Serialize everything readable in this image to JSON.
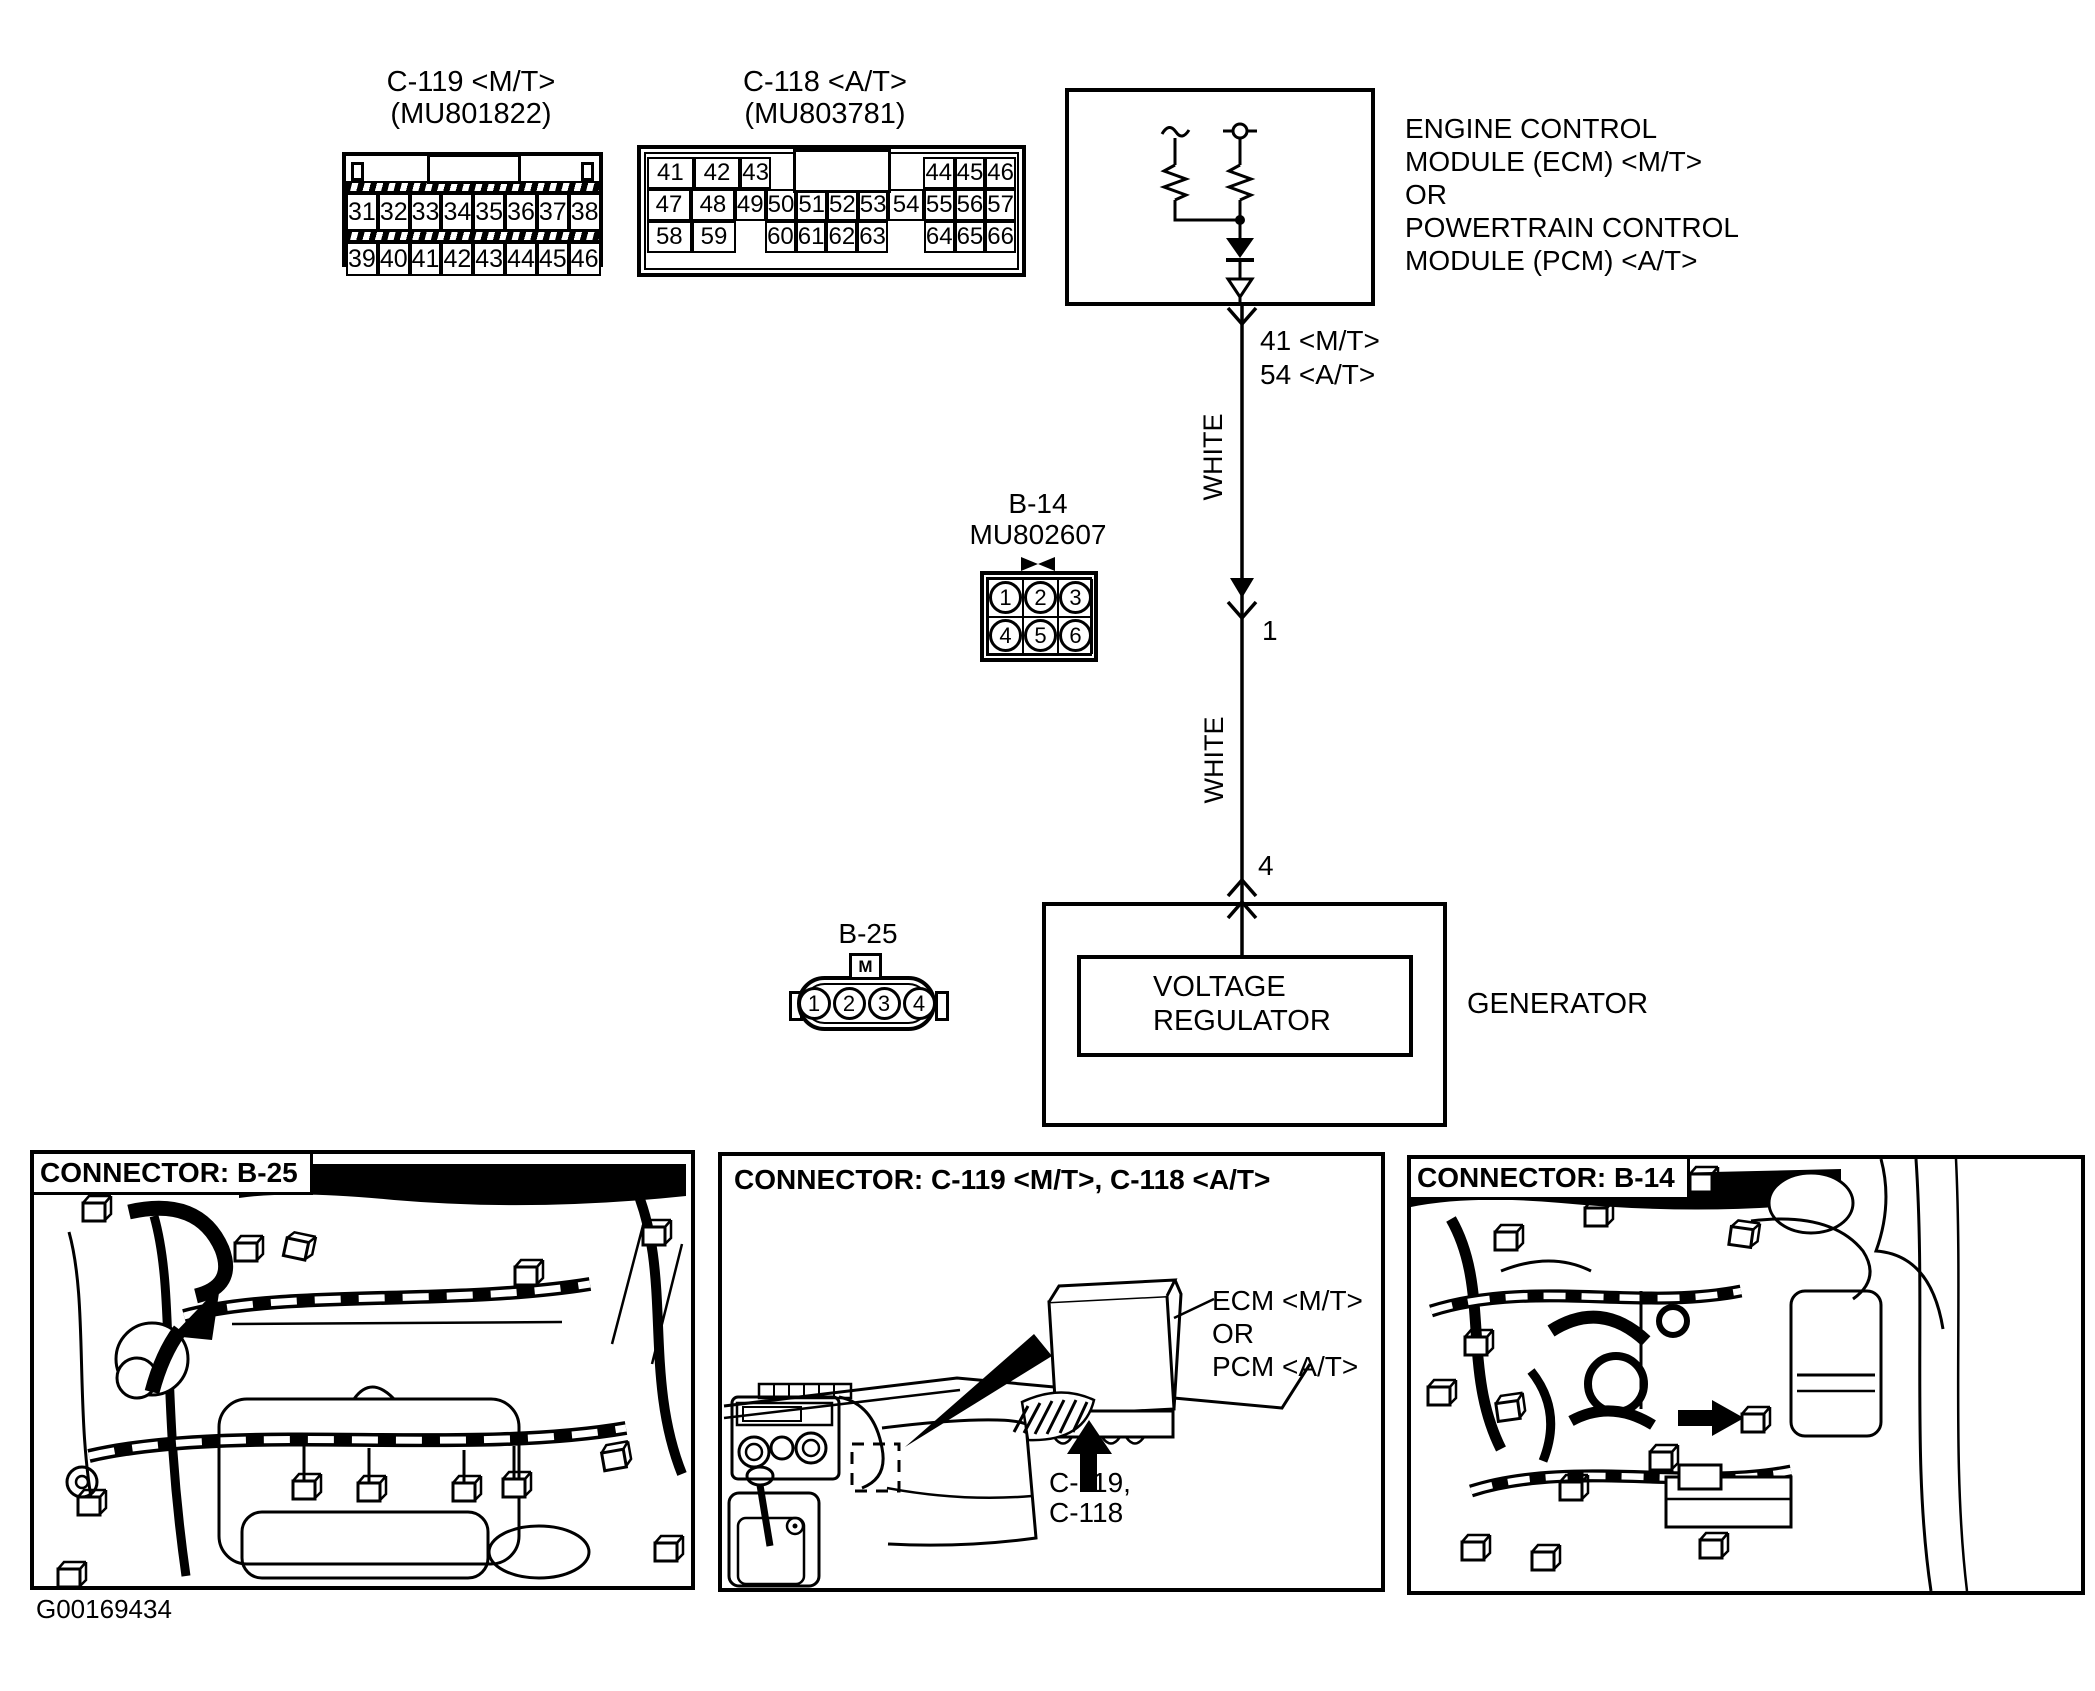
{
  "doc_id": "G00169434",
  "connectors": {
    "c119": {
      "title": "C-119 <M/T>",
      "part": "(MU801822)",
      "row1": [
        "31",
        "32",
        "33",
        "34",
        "35",
        "36",
        "37",
        "38"
      ],
      "row2": [
        "39",
        "40",
        "41",
        "42",
        "43",
        "44",
        "45",
        "46"
      ]
    },
    "c118": {
      "title": "C-118 <A/T>",
      "part": "(MU803781)",
      "row1": [
        "41",
        "42",
        "43",
        "",
        "",
        "",
        "",
        "",
        "44",
        "45",
        "46"
      ],
      "row2": [
        "47",
        "48",
        "49",
        "50",
        "51",
        "52",
        "53",
        "54",
        "55",
        "56",
        "57"
      ],
      "row3": [
        "58",
        "59",
        "",
        "60",
        "61",
        "62",
        "63",
        "",
        "64",
        "65",
        "66"
      ]
    },
    "b14": {
      "title": "B-14",
      "part": "MU802607",
      "pins": [
        "1",
        "2",
        "3",
        "4",
        "5",
        "6"
      ]
    },
    "b25": {
      "title": "B-25",
      "tab": "M",
      "pins": [
        "1",
        "2",
        "3",
        "4"
      ]
    }
  },
  "ecm": {
    "label_lines": [
      "ENGINE CONTROL",
      "MODULE (ECM) <M/T>",
      "OR",
      "POWERTRAIN CONTROL",
      "MODULE (PCM) <A/T>"
    ]
  },
  "wire": {
    "top_pin_mt": "41 <M/T>",
    "top_pin_at": "54 <A/T>",
    "color_upper": "WHITE",
    "mid_pin": "1",
    "color_lower": "WHITE",
    "bottom_pin": "4"
  },
  "generator": {
    "regulator_line1": "VOLTAGE",
    "regulator_line2": "REGULATOR",
    "label": "GENERATOR"
  },
  "panels": {
    "b25": {
      "title": "CONNECTOR: B-25"
    },
    "c119_c118": {
      "title": "CONNECTOR: C-119 <M/T>, C-118 <A/T>",
      "ecm_label_lines": [
        "ECM <M/T>",
        "OR",
        "PCM <A/T>"
      ],
      "callout_line1": "C-119,",
      "callout_line2": "C-118"
    },
    "b14": {
      "title": "CONNECTOR: B-14"
    }
  },
  "colors": {
    "ink": "#000000",
    "paper": "#ffffff"
  }
}
